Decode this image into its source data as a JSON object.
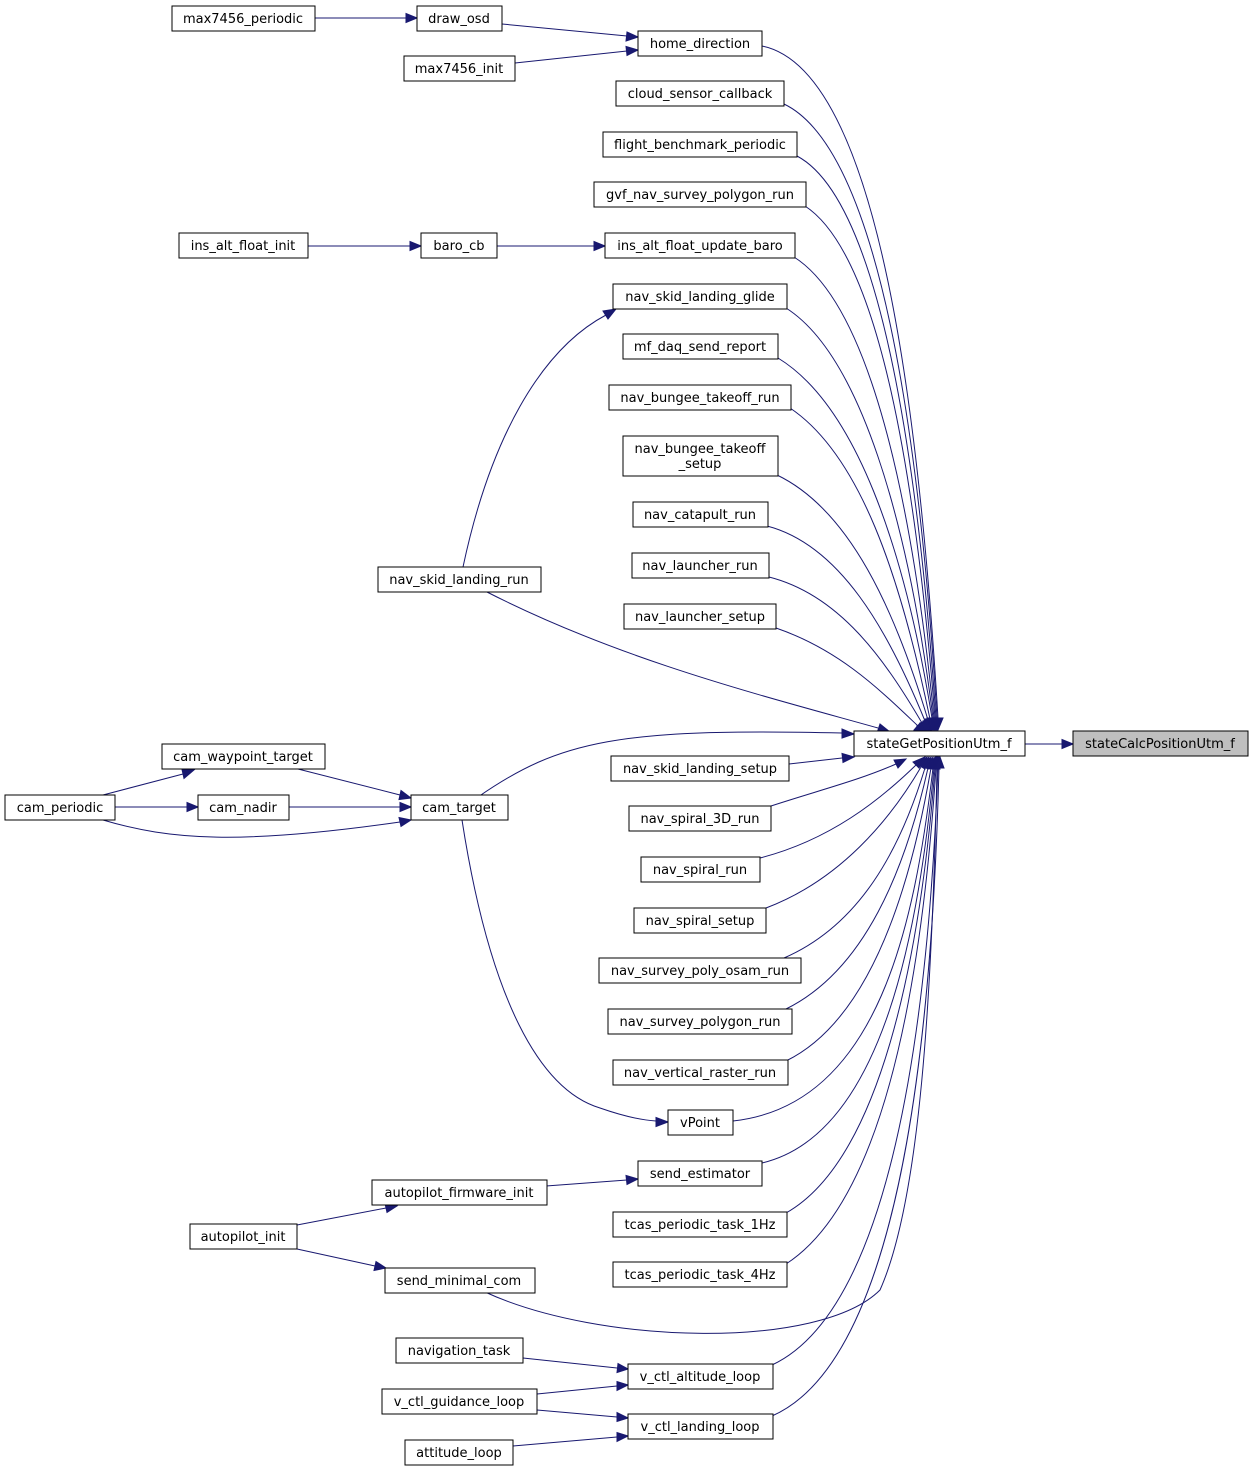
{
  "colors": {
    "edge": "#191970",
    "node_border": "#000000",
    "focus_fill": "#bfbfbf",
    "background": "#ffffff"
  },
  "nodes": {
    "stateCalcPositionUtm_f": "stateCalcPositionUtm_f",
    "stateGetPositionUtm_f": "stateGetPositionUtm_f",
    "home_direction": "home_direction",
    "cloud_sensor_callback": "cloud_sensor_callback",
    "flight_benchmark_periodic": "flight_benchmark_periodic",
    "gvf_nav_survey_polygon_run": "gvf_nav_survey_polygon_run",
    "ins_alt_float_update_baro": "ins_alt_float_update_baro",
    "nav_skid_landing_glide": "nav_skid_landing_glide",
    "mf_daq_send_report": "mf_daq_send_report",
    "nav_bungee_takeoff_run": "nav_bungee_takeoff_run",
    "nav_bungee_takeoff_setup_l1": "nav_bungee_takeoff",
    "nav_bungee_takeoff_setup_l2": "_setup",
    "nav_catapult_run": "nav_catapult_run",
    "nav_launcher_run": "nav_launcher_run",
    "nav_launcher_setup": "nav_launcher_setup",
    "nav_skid_landing_run": "nav_skid_landing_run",
    "cam_target": "cam_target",
    "nav_skid_landing_setup": "nav_skid_landing_setup",
    "nav_spiral_3D_run": "nav_spiral_3D_run",
    "nav_spiral_run": "nav_spiral_run",
    "nav_spiral_setup": "nav_spiral_setup",
    "nav_survey_poly_osam_run": "nav_survey_poly_osam_run",
    "nav_survey_polygon_run": "nav_survey_polygon_run",
    "nav_vertical_raster_run": "nav_vertical_raster_run",
    "vPoint": "vPoint",
    "send_estimator": "send_estimator",
    "tcas_periodic_task_1Hz": "tcas_periodic_task_1Hz",
    "tcas_periodic_task_4Hz": "tcas_periodic_task_4Hz",
    "send_minimal_com": "send_minimal_com",
    "v_ctl_altitude_loop": "v_ctl_altitude_loop",
    "v_ctl_landing_loop": "v_ctl_landing_loop",
    "draw_osd": "draw_osd",
    "max7456_init": "max7456_init",
    "max7456_periodic": "max7456_periodic",
    "baro_cb": "baro_cb",
    "ins_alt_float_init": "ins_alt_float_init",
    "cam_waypoint_target": "cam_waypoint_target",
    "cam_nadir": "cam_nadir",
    "cam_periodic": "cam_periodic",
    "autopilot_firmware_init": "autopilot_firmware_init",
    "autopilot_init": "autopilot_init",
    "navigation_task": "navigation_task",
    "v_ctl_guidance_loop": "v_ctl_guidance_loop",
    "attitude_loop": "attitude_loop"
  }
}
